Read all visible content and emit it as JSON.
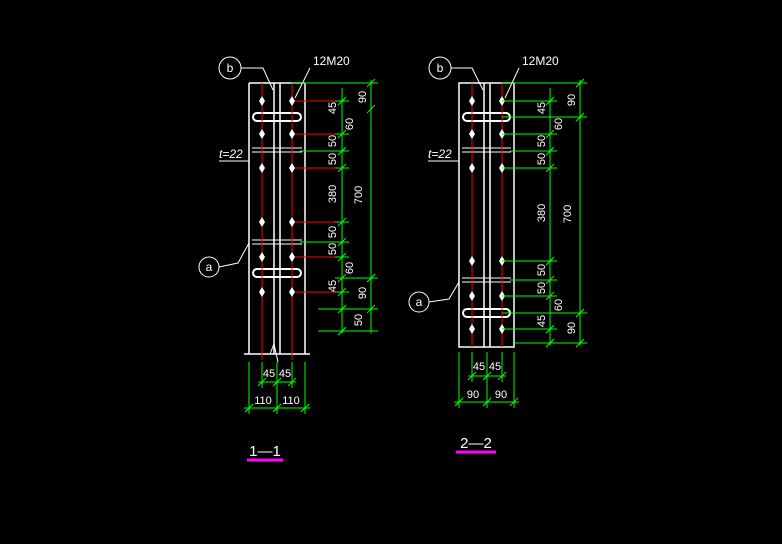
{
  "colors": {
    "background": "#000000",
    "outline": "#ffffff",
    "dimension": "#00ff00",
    "bolt": "#ff0000",
    "title_underline": "#ff00ff"
  },
  "section_1": {
    "title": "1—1",
    "bolt_label": "12M20",
    "plate_label": "t=22",
    "tag_b": "b",
    "tag_a": "a",
    "right_dims_inner": [
      "45",
      "60",
      "50",
      "50",
      "380",
      "50",
      "50",
      "60",
      "45",
      "50"
    ],
    "right_dims_outer": [
      "90",
      "700",
      "90"
    ],
    "bottom_dims_inner": [
      "45",
      "45"
    ],
    "bottom_dims_outer": [
      "110",
      "110"
    ]
  },
  "section_2": {
    "title": "2—2",
    "bolt_label": "12M20",
    "plate_label": "t=22",
    "tag_b": "b",
    "tag_a": "a",
    "right_dims_inner": [
      "45",
      "60",
      "50",
      "50",
      "380",
      "50",
      "50",
      "60",
      "45"
    ],
    "right_dims_outer": [
      "90",
      "700",
      "90"
    ],
    "bottom_dims_inner": [
      "45",
      "45"
    ],
    "bottom_dims_outer": [
      "90",
      "90"
    ]
  }
}
